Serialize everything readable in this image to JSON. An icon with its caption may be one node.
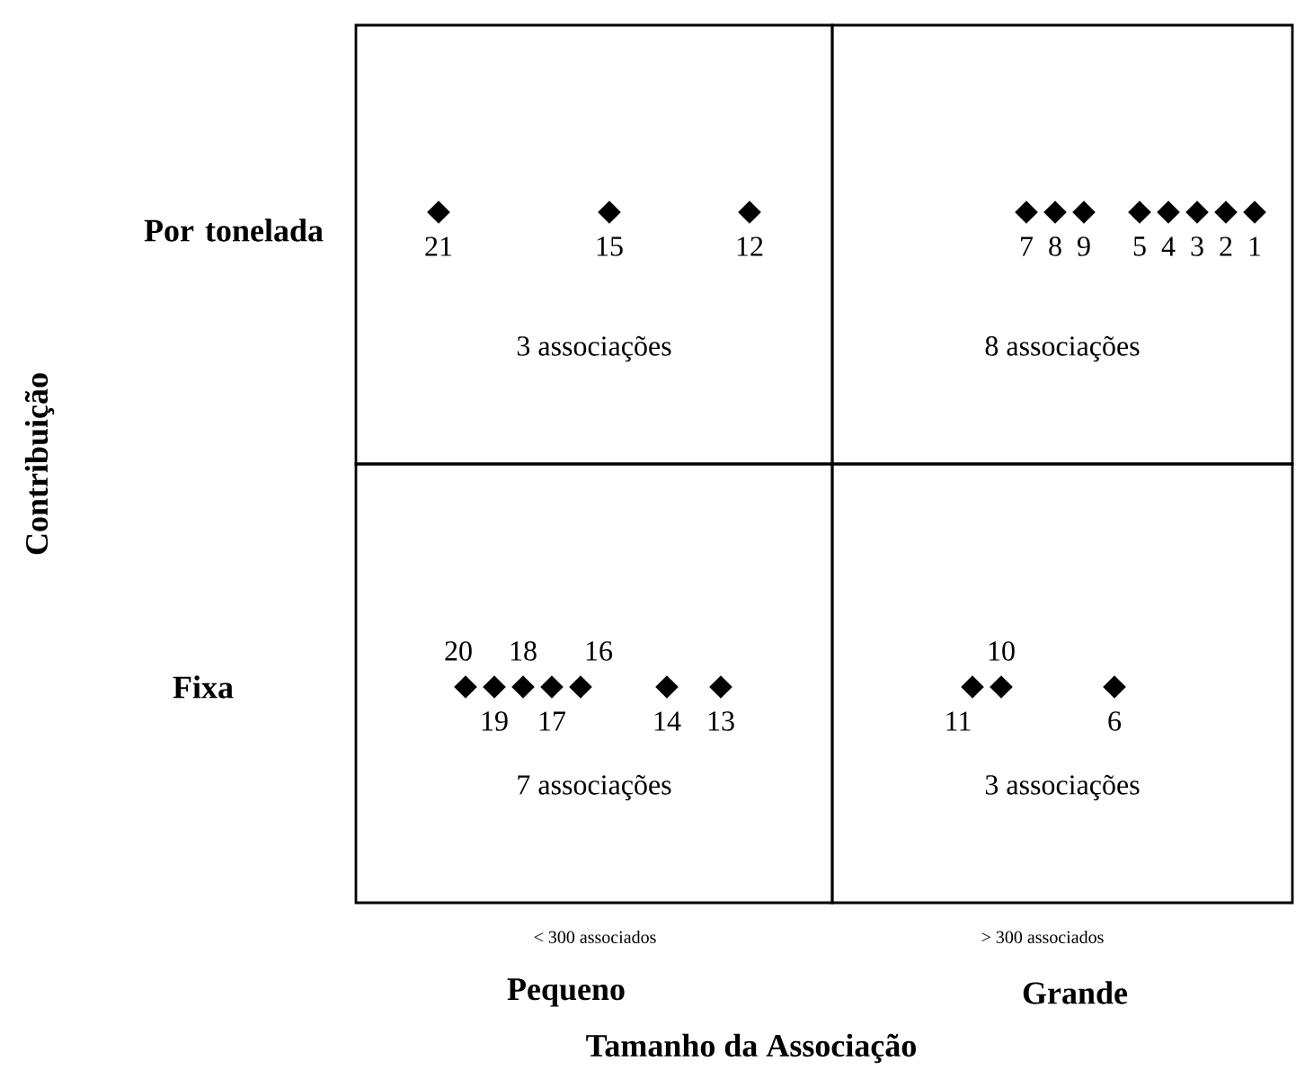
{
  "diagram": {
    "nodes": [
      {
        "text": [
          "3 associações"
        ]
      },
      {
        "text": [
          "8 associações"
        ]
      },
      {
        "text": [
          "7 associações"
        ]
      },
      {
        "text": [
          "3 associações"
        ]
      },
      {
        "text": [],
        "shape": "diamond",
        "beside": [
          "21"
        ],
        "in": 0
      },
      {
        "text": [],
        "shape": "diamond",
        "beside": [
          "15"
        ],
        "in": 0
      },
      {
        "text": [],
        "shape": "diamond",
        "beside": [
          "12"
        ],
        "in": 0
      },
      {
        "text": [],
        "shape": "diamond",
        "beside": [
          "7"
        ],
        "in": 1
      },
      {
        "text": [],
        "shape": "diamond",
        "beside": [
          "8"
        ],
        "in": 1
      },
      {
        "text": [],
        "shape": "diamond",
        "beside": [
          "9"
        ],
        "in": 1
      },
      {
        "text": [],
        "shape": "diamond",
        "beside": [
          "5"
        ],
        "in": 1
      },
      {
        "text": [],
        "shape": "diamond",
        "beside": [
          "4"
        ],
        "in": 1
      },
      {
        "text": [],
        "shape": "diamond",
        "beside": [
          "3"
        ],
        "in": 1
      },
      {
        "text": [],
        "shape": "diamond",
        "beside": [
          "2"
        ],
        "in": 1
      },
      {
        "text": [],
        "shape": "diamond",
        "beside": [
          "1"
        ],
        "in": 1
      },
      {
        "text": [],
        "shape": "diamond",
        "beside": [
          "20"
        ],
        "in": 2
      },
      {
        "text": [],
        "shape": "diamond",
        "beside": [
          "19"
        ],
        "in": 2
      },
      {
        "text": [],
        "shape": "diamond",
        "beside": [
          "18"
        ],
        "in": 2
      },
      {
        "text": [],
        "shape": "diamond",
        "beside": [
          "17"
        ],
        "in": 2
      },
      {
        "text": [],
        "shape": "diamond",
        "beside": [
          "16"
        ],
        "in": 2
      },
      {
        "text": [],
        "shape": "diamond",
        "beside": [
          "14"
        ],
        "in": 2
      },
      {
        "text": [],
        "shape": "diamond",
        "beside": [
          "13"
        ],
        "in": 2
      },
      {
        "text": [],
        "shape": "diamond",
        "beside": [
          "11"
        ],
        "in": 3
      },
      {
        "text": [],
        "shape": "diamond",
        "beside": [
          "10"
        ],
        "in": 3
      },
      {
        "text": [],
        "shape": "diamond",
        "beside": [
          "6"
        ],
        "in": 3
      }
    ],
    "labels": [
      "Por tonelada",
      "Contribuição",
      "Fixa",
      "< 300 associados",
      "> 300 associados",
      "Pequeno",
      "Grande",
      "Tamanho da Associação"
    ]
  }
}
